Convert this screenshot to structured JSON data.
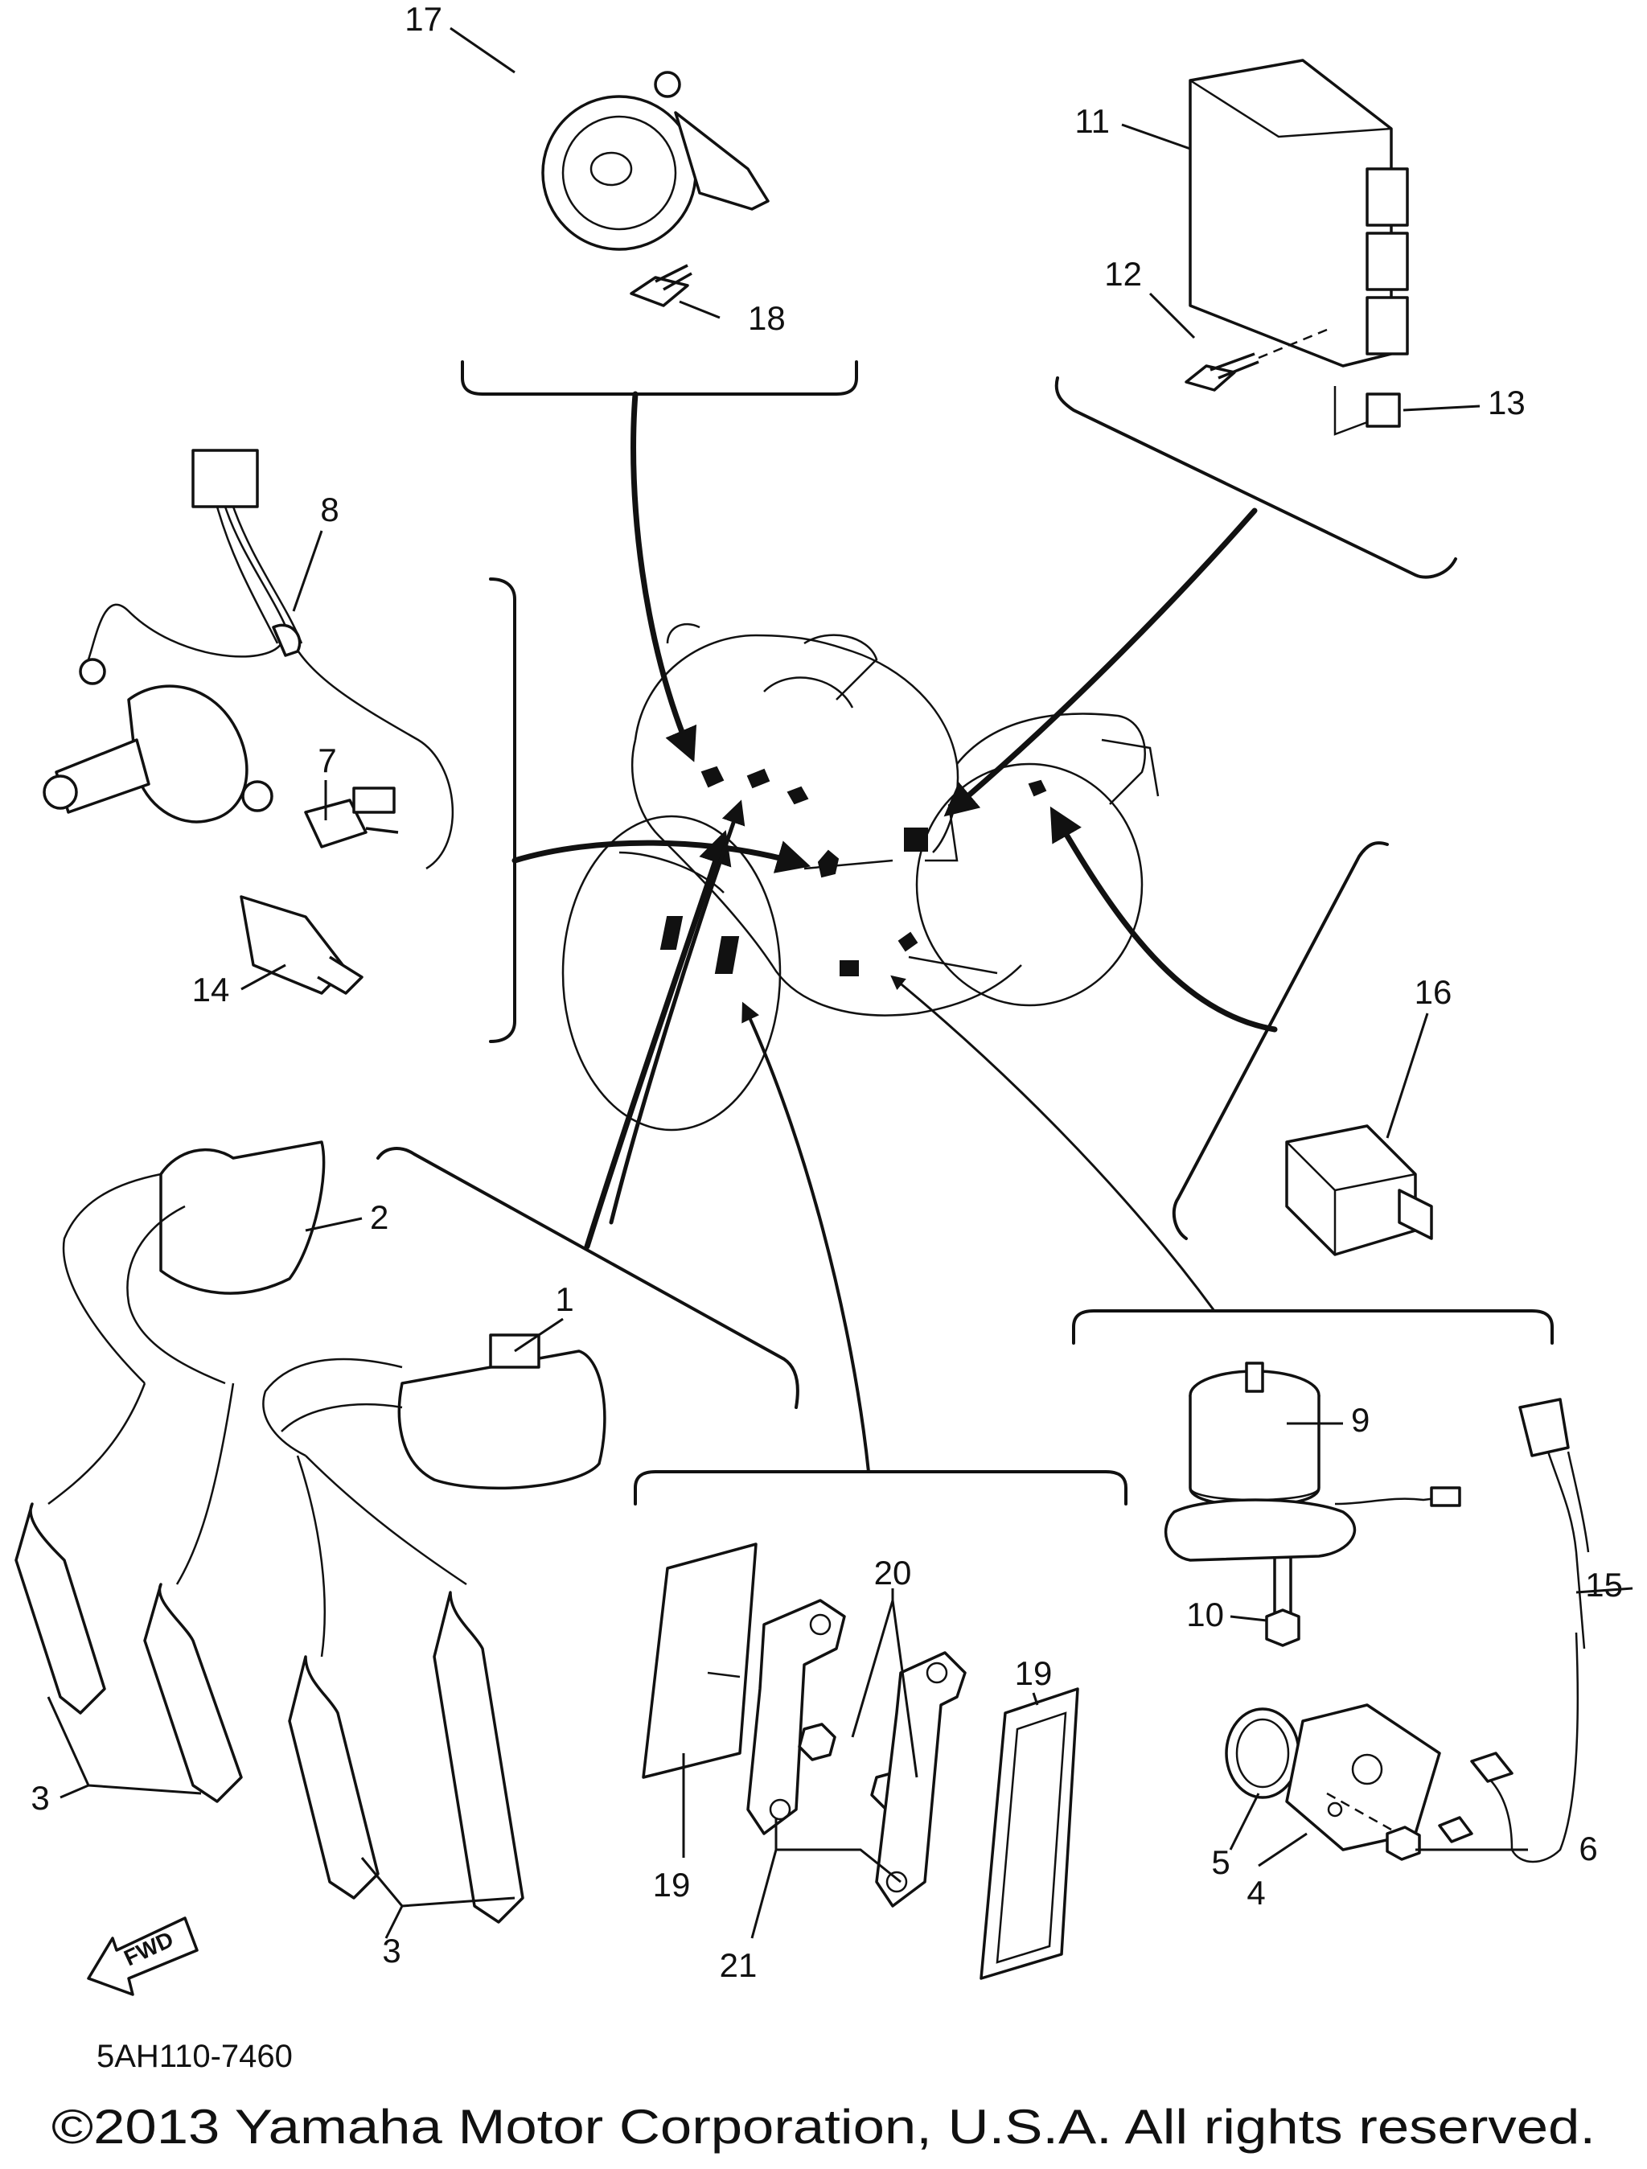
{
  "diagram": {
    "reference_code": "5AH110-7460",
    "copyright": "©2013 Yamaha Motor Corporation, U.S.A. All rights reserved.",
    "direction_label": "FWD",
    "callouts": [
      {
        "id": "c1",
        "text": "1"
      },
      {
        "id": "c2",
        "text": "2"
      },
      {
        "id": "c3a",
        "text": "3"
      },
      {
        "id": "c3b",
        "text": "3"
      },
      {
        "id": "c4",
        "text": "4"
      },
      {
        "id": "c5",
        "text": "5"
      },
      {
        "id": "c6",
        "text": "6"
      },
      {
        "id": "c7",
        "text": "7"
      },
      {
        "id": "c8",
        "text": "8"
      },
      {
        "id": "c9",
        "text": "9"
      },
      {
        "id": "c10",
        "text": "10"
      },
      {
        "id": "c11",
        "text": "11"
      },
      {
        "id": "c12",
        "text": "12"
      },
      {
        "id": "c13",
        "text": "13"
      },
      {
        "id": "c14",
        "text": "14"
      },
      {
        "id": "c15",
        "text": "15"
      },
      {
        "id": "c16",
        "text": "16"
      },
      {
        "id": "c17",
        "text": "17"
      },
      {
        "id": "c18",
        "text": "18"
      },
      {
        "id": "c19a",
        "text": "19"
      },
      {
        "id": "c19b",
        "text": "19"
      },
      {
        "id": "c20",
        "text": "20"
      },
      {
        "id": "c21",
        "text": "21"
      }
    ]
  }
}
